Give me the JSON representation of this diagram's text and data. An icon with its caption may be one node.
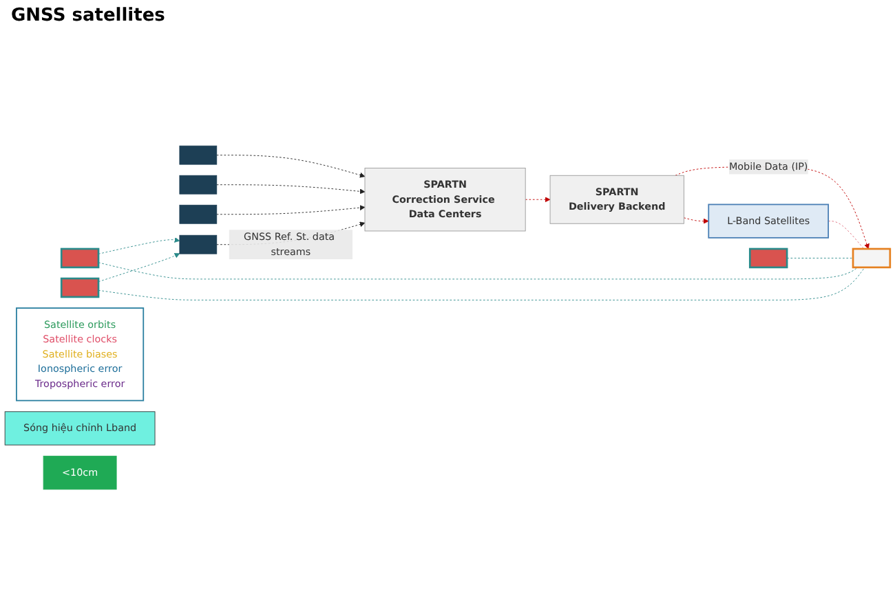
{
  "diagram": {
    "nodes": [
      {
        "text": [
          "L-Band Satellites"
        ]
      },
      {
        "text": [],
        "shape": "box"
      },
      {
        "text": [],
        "shape": "box"
      },
      {
        "text": [],
        "shape": "box"
      },
      {
        "text": [
          "Satellite orbits",
          "Satellite clocks",
          "Satellite biases",
          "Ionospheric error",
          "Tropospheric error"
        ]
      },
      {
        "text": [
          "Sóng hiệu chỉnh Lband"
        ]
      },
      {
        "text": [
          "SPARTN",
          "Delivery Backend"
        ]
      },
      {
        "text": [
          "SPARTN",
          "Correction Service Data Centers"
        ]
      },
      {
        "text": [],
        "shape": "box"
      },
      {
        "text": [
          "<10cm"
        ]
      },
      {
        "text": [],
        "shape": "box"
      },
      {
        "text": [],
        "shape": "box"
      },
      {
        "text": [],
        "shape": "box"
      },
      {
        "text": [],
        "shape": "box"
      }
    ],
    "edges": [
      {
        "from": 7,
        "to": 6,
        "arrow": "to",
        "style": "dashed",
        "color": "#c00000"
      },
      {
        "from": 6,
        "to": 0,
        "arrow": "to",
        "style": "dashed",
        "color": "#c00000"
      },
      {
        "from": 6,
        "to": 8,
        "arrow": "to",
        "style": "dashed",
        "color": "#c00000",
        "label": "Mobile Data (IP)"
      },
      {
        "from": 0,
        "to": 8,
        "arrow": "none",
        "style": "dashed",
        "color": "#e07080"
      },
      {
        "from": 1,
        "to": 8,
        "arrow": "none",
        "style": "dashed",
        "color": "#2a8a8a"
      },
      {
        "from": 2,
        "to": 8,
        "arrow": "none",
        "style": "dashed",
        "color": "#2a8a8a"
      },
      {
        "from": 2,
        "to": 13,
        "arrow": "to",
        "style": "dashed",
        "color": "#2a8a8a"
      },
      {
        "from": 3,
        "to": 8,
        "arrow": "none",
        "style": "dashed",
        "color": "#2a8a8a"
      },
      {
        "from": 3,
        "to": 13,
        "arrow": "to",
        "style": "dashed",
        "color": "#2a8a8a"
      },
      {
        "from": 10,
        "to": 7,
        "arrow": "to",
        "style": "dashed",
        "color": "#222222"
      },
      {
        "from": 11,
        "to": 7,
        "arrow": "to",
        "style": "dashed",
        "color": "#222222"
      },
      {
        "from": 12,
        "to": 7,
        "arrow": "to",
        "style": "dashed",
        "color": "#222222"
      },
      {
        "from": 13,
        "to": 7,
        "arrow": "to",
        "style": "dashed",
        "color": "#222222",
        "label": "GNSS Ref. St. data streams"
      }
    ],
    "labels": [
      "GNSS satellites"
    ]
  }
}
